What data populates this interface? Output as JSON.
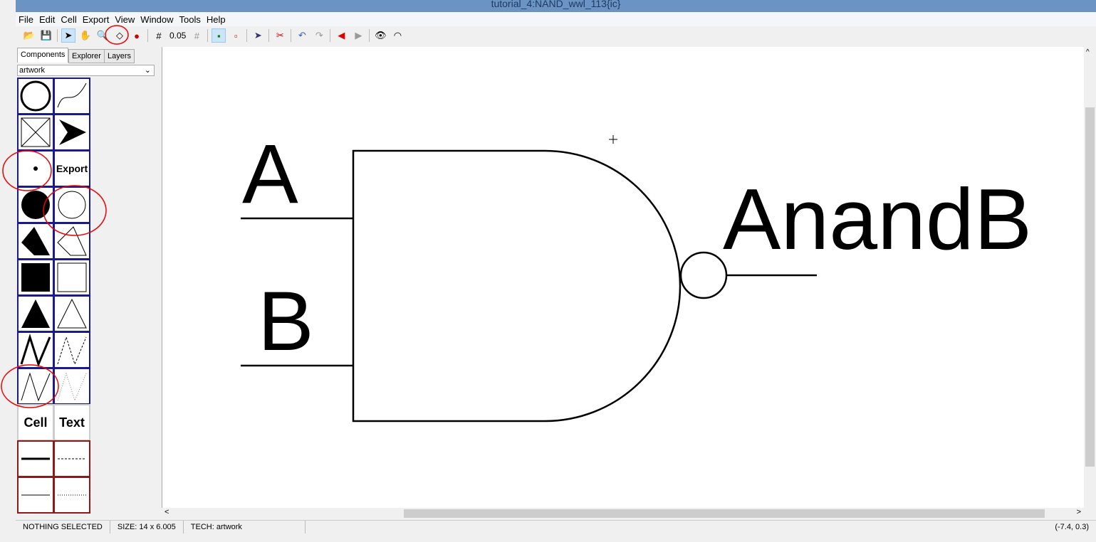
{
  "window": {
    "title": "tutorial_4:NAND_wwl_113{ic}"
  },
  "menu": [
    "File",
    "Edit",
    "Cell",
    "Export",
    "View",
    "Window",
    "Tools",
    "Help"
  ],
  "toolbar": {
    "grid_value": "0.05"
  },
  "panel": {
    "tabs": [
      "Components",
      "Explorer",
      "Layers"
    ],
    "library": "artwork",
    "export_label": "Export",
    "cell_label": "Cell",
    "text_label": "Text"
  },
  "canvas": {
    "label_a": "A",
    "label_b": "B",
    "label_out": "AnandB"
  },
  "status": {
    "selection": "NOTHING SELECTED",
    "size": "SIZE: 14 x 6.005",
    "tech": "TECH: artwork",
    "coords": "(-7.4, 0.3)"
  }
}
